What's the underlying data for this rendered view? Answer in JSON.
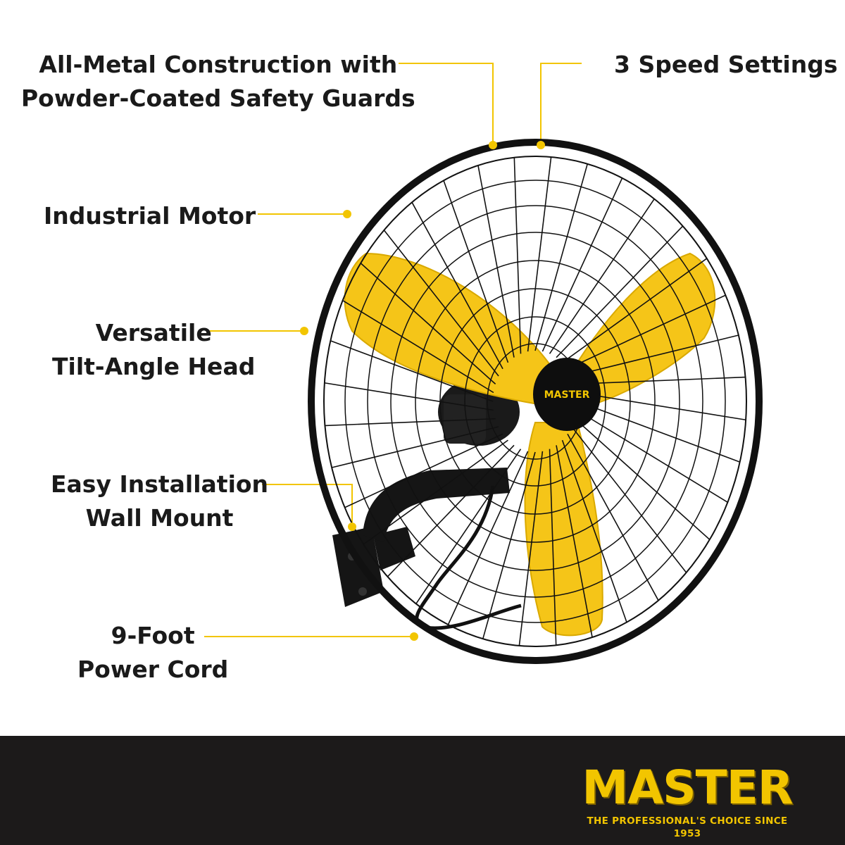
{
  "features": {
    "guards": {
      "line1": "All-Metal Construction with",
      "line2": "Powder-Coated Safety Guards"
    },
    "speed": {
      "line1": "3 Speed Settings"
    },
    "motor": {
      "line1": "Industrial Motor"
    },
    "tilt": {
      "line1": "Versatile",
      "line2": "Tilt-Angle Head"
    },
    "mount": {
      "line1": "Easy Installation",
      "line2": "Wall Mount"
    },
    "cord": {
      "line1": "9-Foot",
      "line2": "Power Cord"
    }
  },
  "hub_logo": "MASTER",
  "brand": {
    "name": "MASTER",
    "tagline": "THE PROFESSIONAL'S CHOICE SINCE 1953"
  },
  "colors": {
    "accent": "#f2c500",
    "blade": "#f5c518",
    "frame": "#111111",
    "footer": "#1c1a1a",
    "text": "#1a1a1a"
  }
}
